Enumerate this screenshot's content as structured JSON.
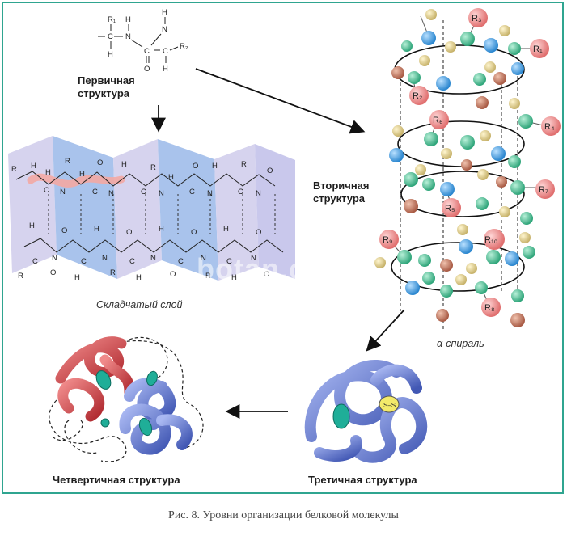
{
  "labels": {
    "primary": [
      "Первичная",
      "структура"
    ],
    "secondary": [
      "Вторичная",
      "структура"
    ],
    "beta_sheet": "Складчатый слой",
    "alpha_helix": "α-спираль",
    "tertiary": "Третичная структура",
    "quaternary": "Четвертичная структура"
  },
  "primary_formula": {
    "r1": "R₁",
    "r2": "R₂",
    "c": "C",
    "n": "N",
    "h": "H",
    "o": "O"
  },
  "helix_groups": [
    "R₁",
    "R₂",
    "R₃",
    "R₄",
    "R₅",
    "R₆",
    "R₇",
    "R₈",
    "R₉",
    "R₁₀"
  ],
  "tertiary_group": "S–S",
  "watermark": "botan.cc",
  "caption": "Рис. 8. Уровни организации белковой молекулы",
  "colors": {
    "frame": "#2fa590",
    "sheet_blue": "#a9c3ec",
    "sheet_lavender": "#d2d0ec",
    "helix_green": "#3fbf8f",
    "helix_blue": "#3d9ee0",
    "helix_brown": "#c47a62",
    "helix_tan": "#d9c98a",
    "r_pink": "#ef8b8b",
    "coil_blue": "#6f84d4",
    "coil_red": "#d2474a",
    "heme_teal": "#1fae98"
  }
}
